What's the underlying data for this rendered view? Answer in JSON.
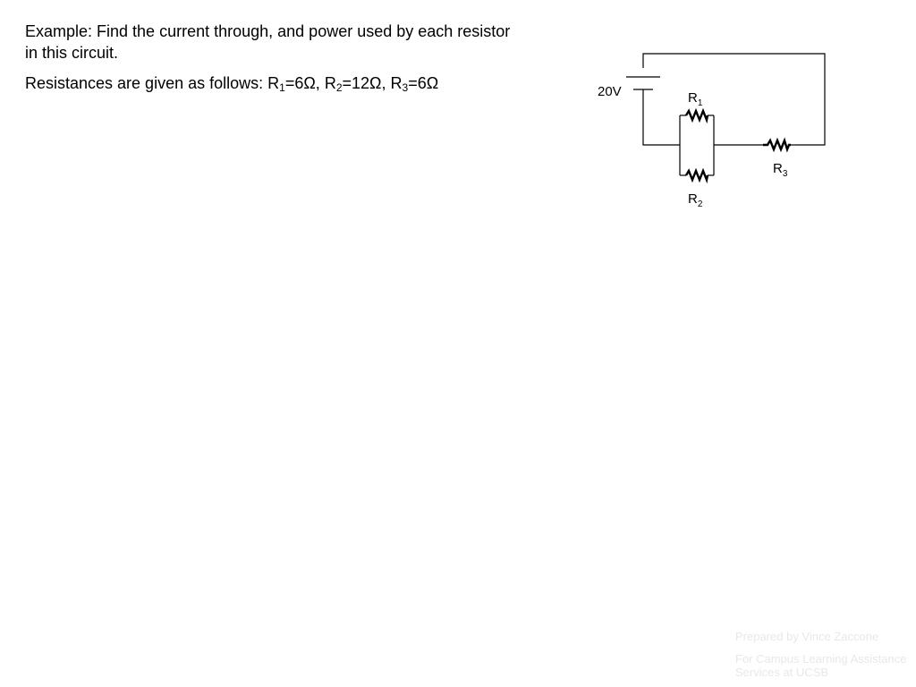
{
  "problem": {
    "statement": "Example:  Find the current through, and power used by each resistor in this circuit.",
    "given_prefix": "Resistances are given as follows:  ",
    "resistances": [
      {
        "letter": "R",
        "index": "1",
        "value": "=6Ω",
        "sep": ", "
      },
      {
        "letter": "R",
        "index": "2",
        "value": "=12Ω",
        "sep": ", "
      },
      {
        "letter": "R",
        "index": "3",
        "value": "=6Ω",
        "sep": ""
      }
    ]
  },
  "circuit": {
    "source_label": "20V",
    "r1": {
      "letter": "R",
      "index": "1"
    },
    "r2": {
      "letter": "R",
      "index": "2"
    },
    "r3": {
      "letter": "R",
      "index": "3"
    }
  },
  "footer": {
    "line1": "Prepared by Vince Zaccone",
    "line2": "For Campus Learning Assistance Services at UCSB"
  },
  "colors": {
    "ink": "#000000",
    "footer_text": "#e8e8e8",
    "background": "#ffffff"
  }
}
